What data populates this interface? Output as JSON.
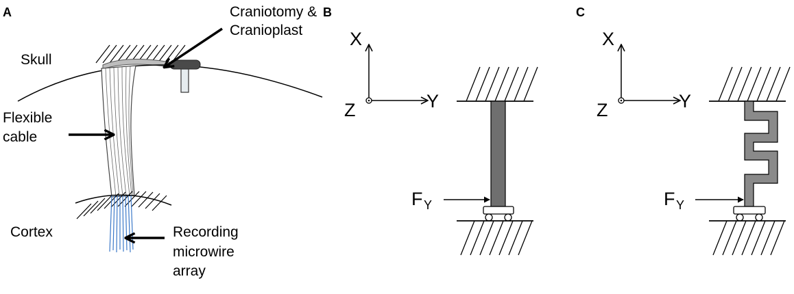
{
  "panels": {
    "a": {
      "letter": "A",
      "labels": {
        "craniotomy_line1": "Craniotomy &",
        "craniotomy_line2": "Cranioplast",
        "skull": "Skull",
        "flexible_line1": "Flexible",
        "flexible_line2": "cable",
        "cortex": "Cortex",
        "recording_line1": "Recording",
        "recording_line2": "microwire",
        "recording_line3": "array"
      }
    },
    "b": {
      "letter": "B",
      "axes": {
        "x": "X",
        "y": "Y",
        "z": "Z"
      },
      "force": {
        "base": "F",
        "subscript": "Y"
      }
    },
    "c": {
      "letter": "C",
      "axes": {
        "x": "X",
        "y": "Y",
        "z": "Z"
      },
      "force": {
        "base": "F",
        "subscript": "Y"
      }
    }
  },
  "colors": {
    "line": "#000000",
    "beam_fill": "#6f6f6f",
    "serpentine_fill": "#8a8a8a",
    "microwire": "#3a78c8",
    "cranioplast": "#4a4a4a",
    "screw": "#e6ecef"
  }
}
